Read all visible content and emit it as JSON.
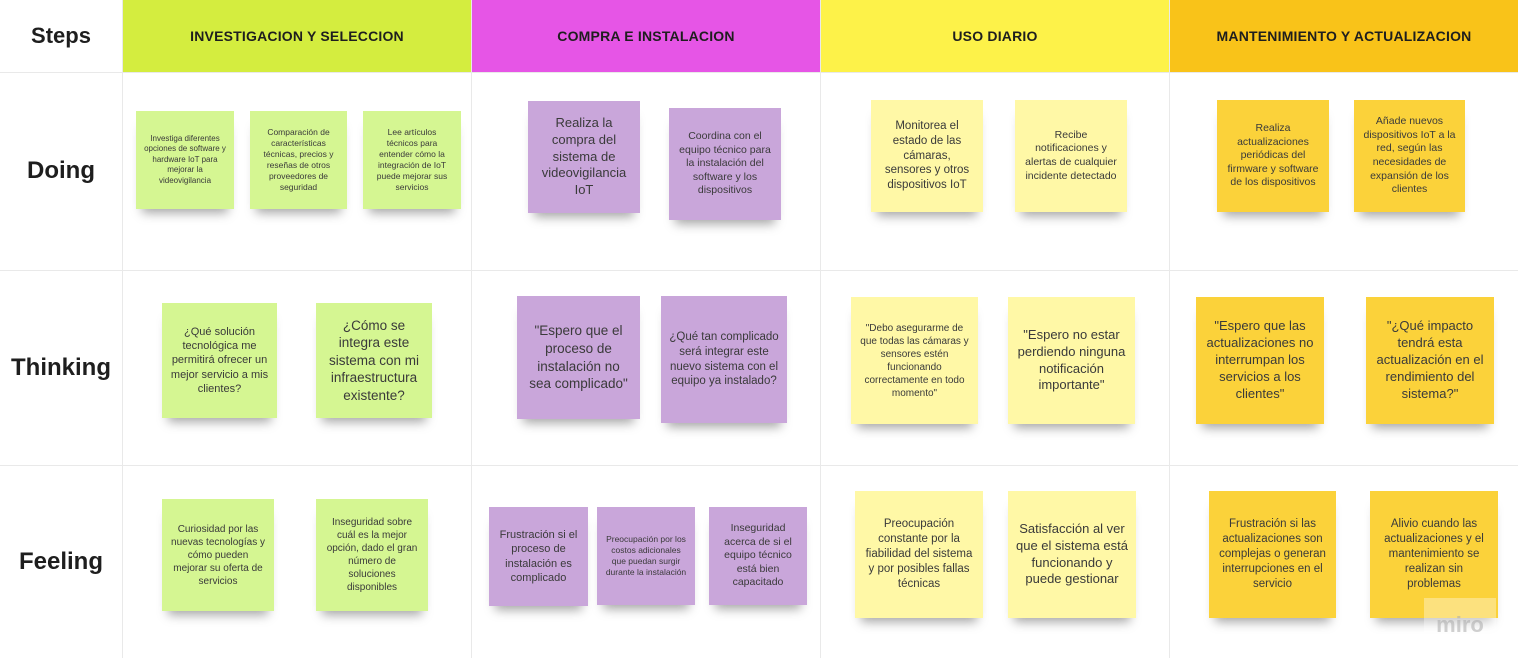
{
  "rows": {
    "steps": "Steps",
    "doing": "Doing",
    "thinking": "Thinking",
    "feeling": "Feeling"
  },
  "columns": [
    {
      "title": "INVESTIGACION Y SELECCION",
      "color": "#d4ed3f"
    },
    {
      "title": "COMPRA E INSTALACION",
      "color": "#e655e6"
    },
    {
      "title": "USO DIARIO",
      "color": "#fdf249"
    },
    {
      "title": "MANTENIMIENTO Y ACTUALIZACION",
      "color": "#f9c319"
    }
  ],
  "notes": {
    "investigacion": {
      "doing": [
        "Investiga diferentes opciones de software y hardware IoT para mejorar la videovigilancia",
        "Comparación de características técnicas, precios y reseñas de otros proveedores de seguridad",
        "Lee artículos técnicos para entender cómo la integración de IoT puede mejorar sus servicios"
      ],
      "thinking": [
        "¿Qué solución tecnológica me permitirá ofrecer un mejor servicio a mis clientes?",
        "¿Cómo se integra este sistema con mi infraestructura existente?"
      ],
      "feeling": [
        "Curiosidad por las nuevas tecnologías y cómo pueden mejorar su oferta de servicios",
        "Inseguridad sobre cuál es la mejor opción, dado el gran número de soluciones disponibles"
      ]
    },
    "compra": {
      "doing": [
        "Realiza la compra del sistema de videovigilancia IoT",
        "Coordina con el equipo técnico para la instalación del software y los dispositivos"
      ],
      "thinking": [
        "\"Espero que el proceso de instalación no sea complicado\"",
        "¿Qué tan complicado será integrar este nuevo sistema con el equipo ya instalado?"
      ],
      "feeling": [
        "Frustración si el proceso de instalación es complicado",
        "Preocupación por los costos adicionales que puedan surgir durante la instalación",
        "Inseguridad acerca de si el equipo técnico está bien capacitado"
      ]
    },
    "uso": {
      "doing": [
        "Monitorea el estado de las cámaras, sensores y otros dispositivos IoT",
        "Recibe notificaciones y alertas de cualquier incidente detectado"
      ],
      "thinking": [
        "\"Debo asegurarme de que todas las cámaras y sensores estén funcionando correctamente en todo momento\"",
        "\"Espero no estar perdiendo ninguna notificación importante\""
      ],
      "feeling": [
        "Preocupación constante por la fiabilidad del sistema y por posibles fallas técnicas",
        "Satisfacción al ver que el sistema está funcionando y puede gestionar"
      ]
    },
    "mantenimiento": {
      "doing": [
        "Realiza actualizaciones periódicas del firmware y software de los dispositivos",
        "Añade nuevos dispositivos IoT a la red, según las necesidades de expansión de los clientes"
      ],
      "thinking": [
        "\"Espero que las actualizaciones no interrumpan los servicios a los clientes\"",
        "\"¿Qué impacto tendrá esta actualización en el rendimiento del sistema?\""
      ],
      "feeling": [
        "Frustración si las actualizaciones son complejas o generan interrupciones en el servicio",
        "Alivio cuando las actualizaciones y el mantenimiento se realizan sin problemas"
      ]
    }
  },
  "watermark": "miro"
}
